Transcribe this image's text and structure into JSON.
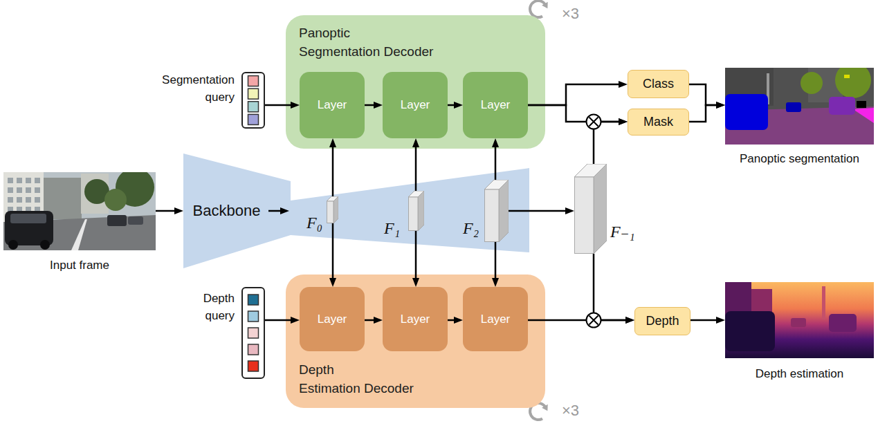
{
  "diagram": {
    "nodes": [
      {
        "text": [
          "Panoptic Segmentation Decoder"
        ]
      },
      {
        "text": [
          "Layer"
        ],
        "in": 0
      },
      {
        "text": [
          "Layer"
        ],
        "in": 0
      },
      {
        "text": [
          "Layer"
        ],
        "in": 0
      },
      {
        "text": [
          "Segmentation query"
        ]
      },
      {
        "text": [
          "Class"
        ]
      },
      {
        "text": [
          "Mask"
        ]
      },
      {
        "text": [
          "Panoptic segmentation"
        ]
      },
      {
        "text": [
          "Input frame"
        ]
      },
      {
        "text": [
          "Backbone"
        ]
      },
      {
        "text": [
          "F₀"
        ]
      },
      {
        "text": [
          "F₁"
        ]
      },
      {
        "text": [
          "F₂"
        ]
      },
      {
        "text": [
          "F₋₁"
        ]
      },
      {
        "text": [
          "Depth query"
        ]
      },
      {
        "text": [
          "Depth Estimation Decoder"
        ]
      },
      {
        "text": [
          "Layer"
        ],
        "in": 15
      },
      {
        "text": [
          "Layer"
        ],
        "in": 15
      },
      {
        "text": [
          "Layer"
        ],
        "in": 15
      },
      {
        "text": [
          "Depth"
        ]
      },
      {
        "text": [
          "Depth estimation"
        ]
      }
    ],
    "edges": [
      {
        "from": 4,
        "to": 1,
        "arrow": "to"
      },
      {
        "from": 1,
        "to": 2,
        "arrow": "to"
      },
      {
        "from": 2,
        "to": 3,
        "arrow": "to"
      },
      {
        "from": 3,
        "to": 5,
        "arrow": "to"
      },
      {
        "from": 3,
        "to": 6,
        "arrow": "to"
      },
      {
        "from": 13,
        "to": 6,
        "arrow": "to"
      },
      {
        "from": 5,
        "to": 7,
        "arrow": "to"
      },
      {
        "from": 6,
        "to": 7,
        "arrow": "to"
      },
      {
        "from": 8,
        "to": 9,
        "arrow": "to"
      },
      {
        "from": 9,
        "to": 10,
        "arrow": "to"
      },
      {
        "from": 10,
        "to": 1,
        "arrow": "to"
      },
      {
        "from": 10,
        "to": 16,
        "arrow": "to"
      },
      {
        "from": 11,
        "to": 2,
        "arrow": "to"
      },
      {
        "from": 11,
        "to": 17,
        "arrow": "to"
      },
      {
        "from": 12,
        "to": 3,
        "arrow": "to"
      },
      {
        "from": 12,
        "to": 18,
        "arrow": "to"
      },
      {
        "from": 12,
        "to": 13,
        "arrow": "to"
      },
      {
        "from": 14,
        "to": 16,
        "arrow": "to"
      },
      {
        "from": 16,
        "to": 17,
        "arrow": "to"
      },
      {
        "from": 17,
        "to": 18,
        "arrow": "to"
      },
      {
        "from": 18,
        "to": 19,
        "arrow": "to"
      },
      {
        "from": 13,
        "to": 19,
        "arrow": "to"
      },
      {
        "from": 19,
        "to": 20,
        "arrow": "to"
      }
    ],
    "labels": [
      "×3",
      "×3"
    ]
  }
}
